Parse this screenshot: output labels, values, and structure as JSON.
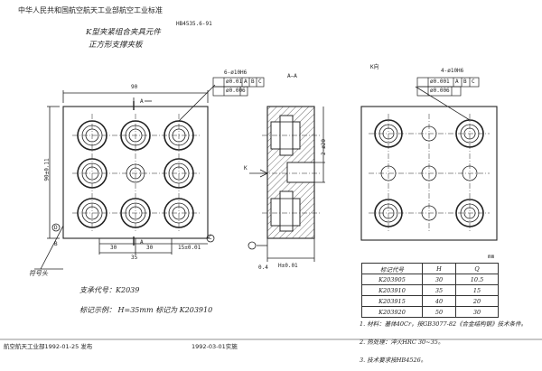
{
  "header": {
    "org": "中华人民共和国航空航天工业部航空工业标准",
    "std_no": "HB4535.6-91",
    "title_line1": "K型夹紧组合夹具元件",
    "title_line2": "正方形支撑夹板"
  },
  "view_labels": {
    "section": "A—A",
    "k_view": "K向"
  },
  "left_view": {
    "dim_width": "90",
    "dim_height": "90±0.11",
    "dim_30a": "30",
    "dim_30b": "30",
    "dim_15": "15±0.01",
    "dim_35": "35",
    "hole_spec": "6-ø10H6",
    "tol_pos": "ø0.01",
    "tol_perp": "ø0.006",
    "datum_a": "A",
    "datum_b": "B",
    "datum_c": "C",
    "label_d": "D",
    "label_c": "C",
    "label_a": "A",
    "label_b": "B",
    "label_kh": "K"
  },
  "mid_view": {
    "dim_top": "2-ø20",
    "dim_h": "H±0.01",
    "dim_04": "0.4"
  },
  "right_view": {
    "hole_spec": "4-ø10H6",
    "tol_pos": "ø0.001",
    "tol_perp": "ø0.006",
    "datum_a": "A",
    "datum_b": "B",
    "datum_c": "C"
  },
  "marker_label": "符号头",
  "below": {
    "line1": "支承代号：K2039",
    "line2": "标记示例：  H=35mm        标记为  K203910"
  },
  "table": {
    "unit": "mm",
    "headers": [
      "标记代号",
      "H",
      "Q"
    ],
    "rows": [
      [
        "K203905",
        "30",
        "10.5"
      ],
      [
        "K203910",
        "35",
        "15"
      ],
      [
        "K203915",
        "40",
        "20"
      ],
      [
        "K203920",
        "50",
        "30"
      ]
    ]
  },
  "notes": [
    "1. 材料：基体40Cr，按GB3077-82《合金结构钢》技术条件。",
    "2. 热处理：淬火HRC 30~35。",
    "3. 技术要求按HB4526。"
  ],
  "footer": {
    "issued": "航空航天工业部1992-01-25 发布",
    "effective": "1992-03-01实施"
  }
}
